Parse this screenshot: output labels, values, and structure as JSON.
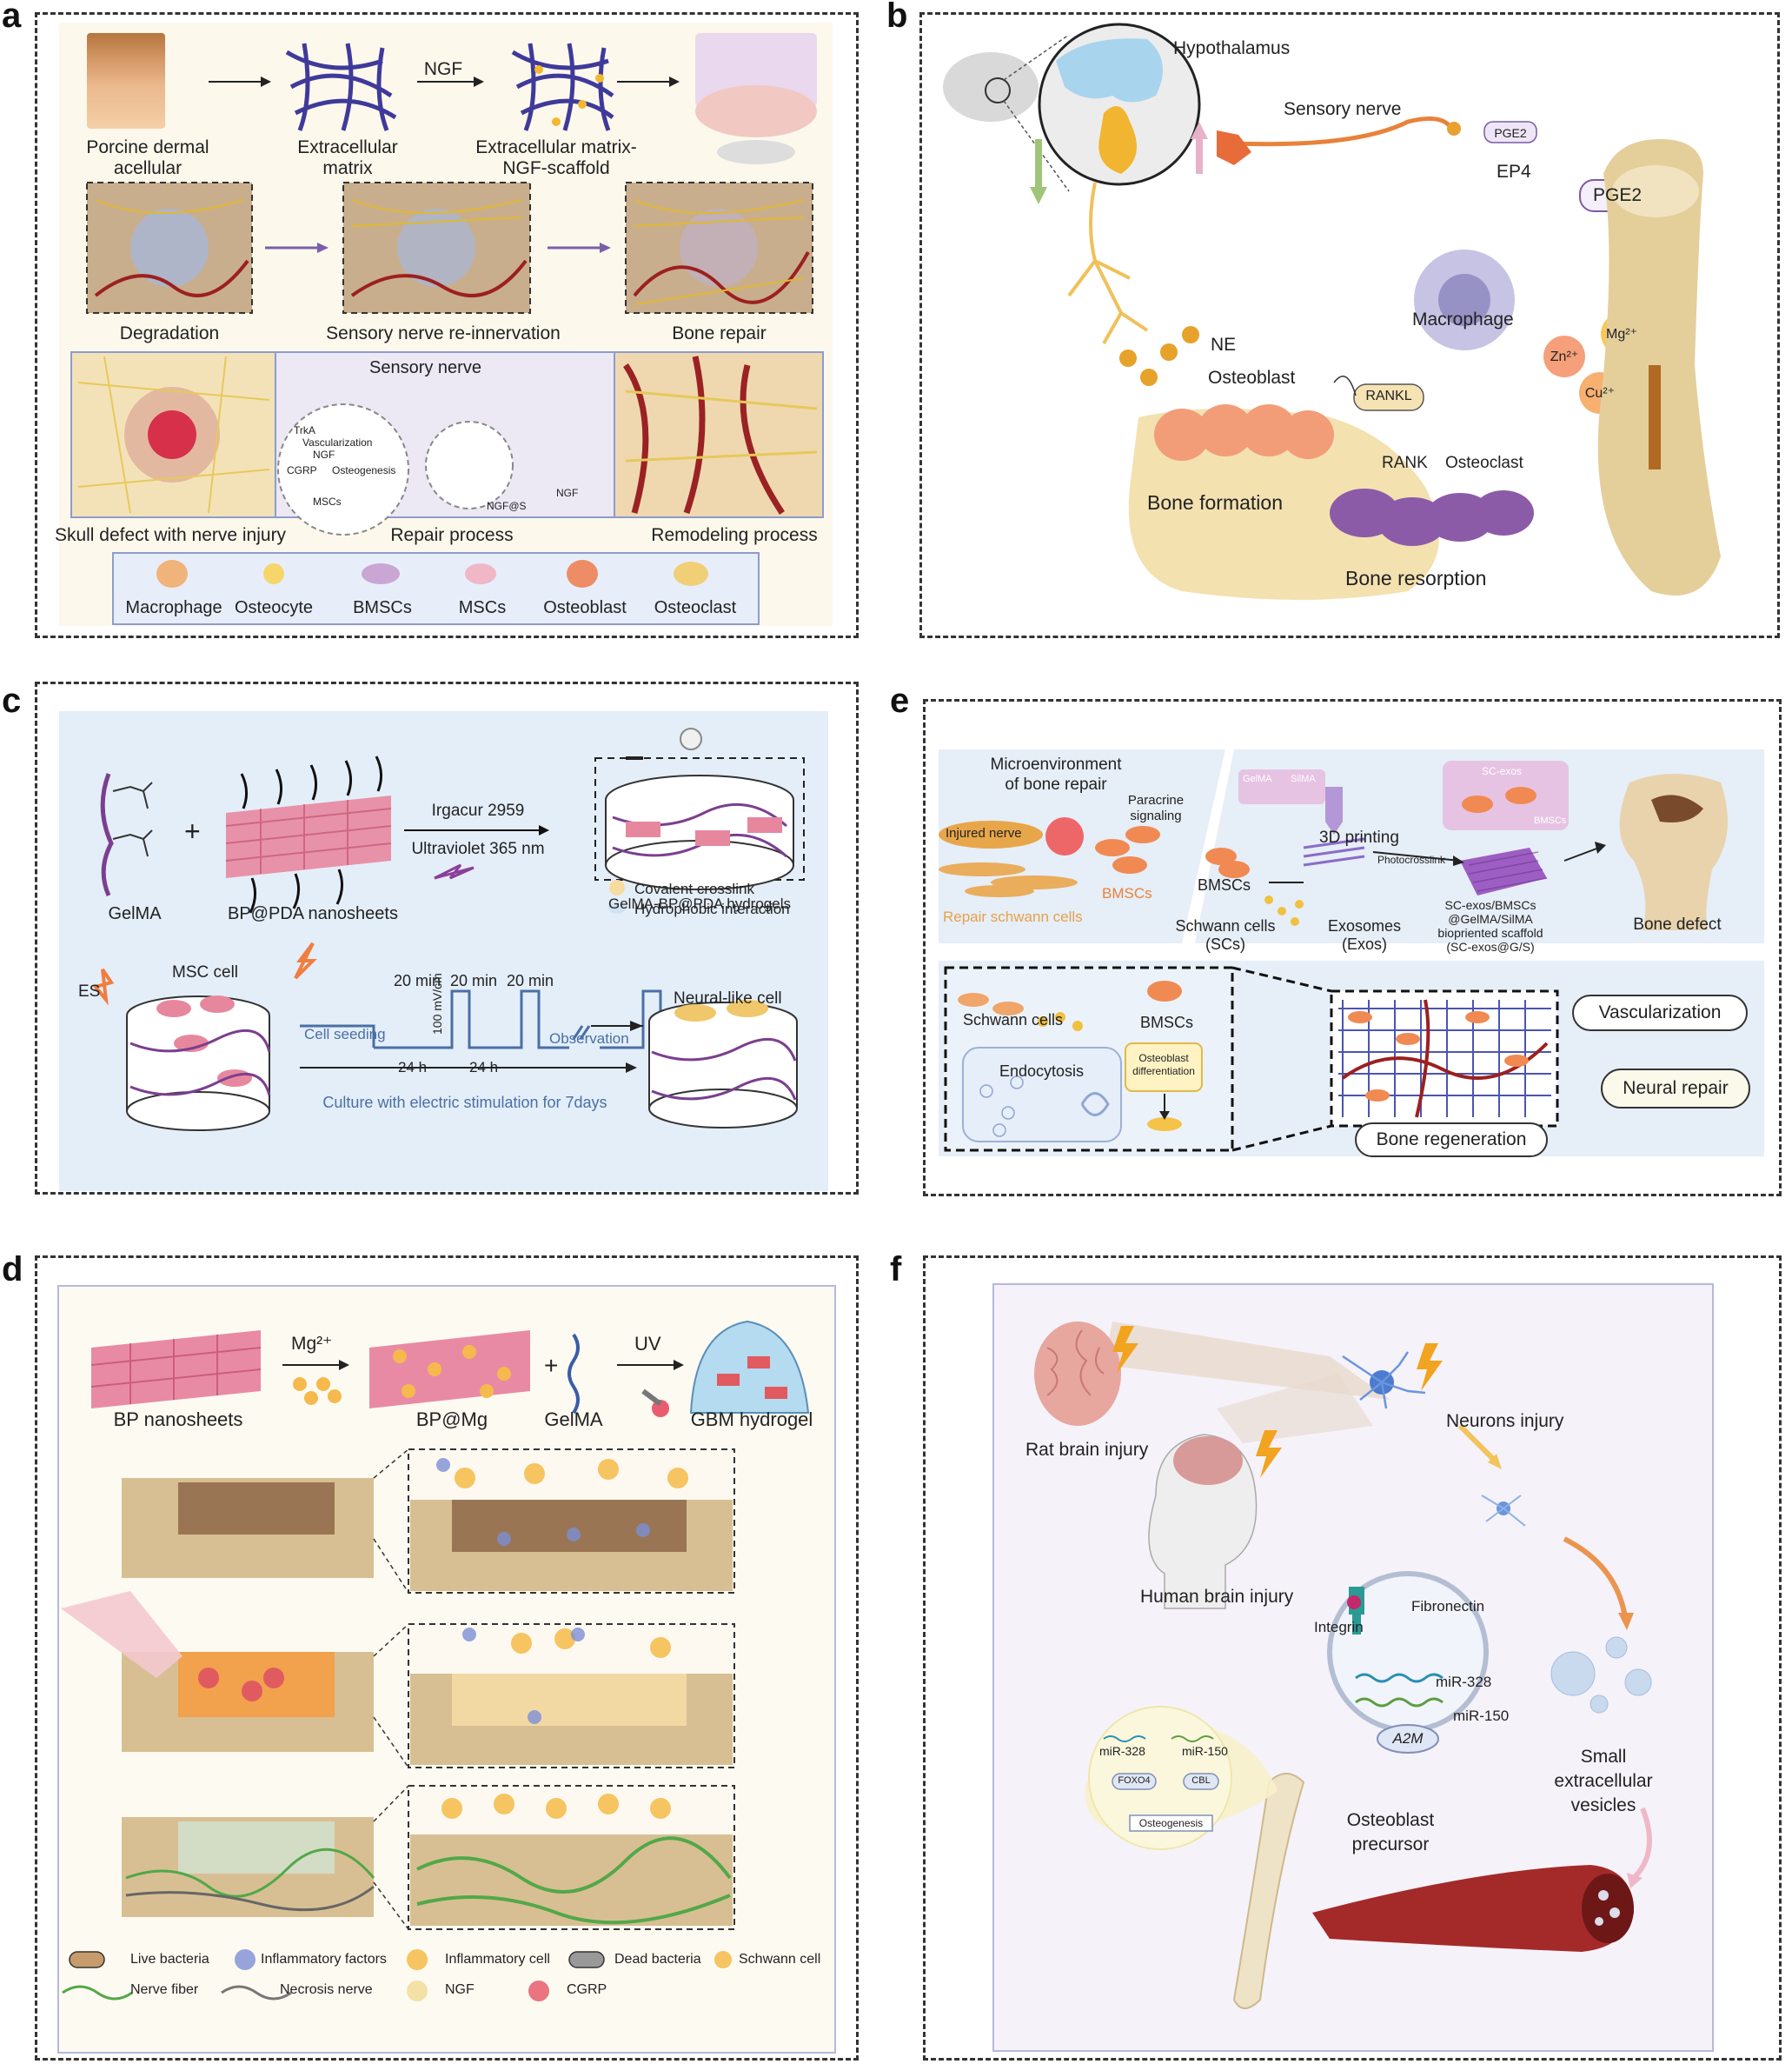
{
  "panels": {
    "a": {
      "label": "a",
      "top_row": [
        "Porcine dermal\nacellular",
        "Extracellular\nmatrix",
        "NGF",
        "Extracellular matrix-\nNGF-scaffold"
      ],
      "mid_row": [
        "Degradation",
        "Sensory nerve re-innervation",
        "Bone repair"
      ],
      "process": [
        "Sensory nerve",
        "TrkA",
        "Vascularization",
        "NGF",
        "CGRP",
        "Osteogenesis",
        "MSCs",
        "NGF@S",
        "NGF"
      ],
      "bottom_labels": [
        "Skull defect with nerve injury",
        "Repair process",
        "Remodeling process"
      ],
      "legend": [
        "Macrophage",
        "Osteocyte",
        "BMSCs",
        "MSCs",
        "Osteoblast",
        "Osteoclast"
      ]
    },
    "b": {
      "label": "b",
      "texts": {
        "hypothalamus": "Hypothalamus",
        "sensory_nerve": "Sensory nerve",
        "pge2_small": "PGE2",
        "ep4": "EP4",
        "pge2": "PGE2",
        "macrophage": "Macrophage",
        "ne": "NE",
        "osteoblast": "Osteoblast",
        "rankl": "RANKL",
        "rank": "RANK",
        "osteoclast": "Osteoclast",
        "bone_formation": "Bone formation",
        "bone_resorption": "Bone resorption",
        "zn": "Zn²⁺",
        "mg": "Mg²⁺",
        "cu": "Cu²⁺"
      }
    },
    "c": {
      "label": "c",
      "texts": {
        "gelma": "GelMA",
        "plus": "+",
        "bp_pda": "BP@PDA nanosheets",
        "irgacur": "Irgacur 2959",
        "uv": "Ultraviolet 365 nm",
        "hydrogel": "GelMA-BP@PDA hydrogels",
        "covalent": "Covalent crosslink",
        "hydrophobic": "Hydrophobic interaction",
        "es": "ES",
        "msc": "MSC cell",
        "cell_seeding": "Cell seeding",
        "observation": "Observation",
        "min1": "20 min",
        "min2": "20 min",
        "min3": "20 min",
        "h1": "24 h",
        "h2": "24 h",
        "field": "100 mV/cm",
        "culture": "Culture with electric stimulation for 7days",
        "neural": "Neural-like cell"
      }
    },
    "d": {
      "label": "d",
      "texts": {
        "mg": "Mg²⁺",
        "uv": "UV",
        "plus": "+",
        "bp_nano": "BP nanosheets",
        "bp_mg": "BP@Mg",
        "gelma": "GelMA",
        "gbm": "GBM hydrogel"
      },
      "legend": [
        "Live bacteria",
        "Inflammatory factors",
        "Inflammatory cell",
        "Dead bacteria",
        "Schwann cell",
        "Nerve fiber",
        "Necrosis nerve",
        "NGF",
        "CGRP"
      ]
    },
    "e": {
      "label": "e",
      "texts": {
        "micro": "Microenvironment\nof bone repair",
        "injured": "Injured nerve",
        "paracrine": "Paracrine\nsignaling",
        "bmscs_orange": "BMSCs",
        "repair_sc": "Repair schwann cells",
        "gelma": "GelMA",
        "silma": "SilMA",
        "sc_exos": "SC-exos",
        "bmscs_small": "BMSCs",
        "printing": "3D printing",
        "bmscs": "BMSCs",
        "photocross": "Photocrosslink",
        "schwann_sc": "Schwann cells\n(SCs)",
        "exosomes": "Exosomes\n(Exos)",
        "scaffold": "SC-exos/BMSCs\n@GelMA/SilMA\nbiopriented scaffold\n(SC-exos@G/S)",
        "bone_defect": "Bone defect",
        "schwann": "Schwann cells",
        "bmscs2": "BMSCs",
        "endocytosis": "Endocytosis",
        "osteo_diff": "Osteoblast\ndifferentiation",
        "vasc": "Vascularization",
        "neural": "Neural repair",
        "regen": "Bone regeneration"
      }
    },
    "f": {
      "label": "f",
      "texts": {
        "rat": "Rat brain injury",
        "neurons": "Neurons injury",
        "human": "Human brain injury",
        "fibronectin": "Fibronectin",
        "integrin": "Integrin",
        "mir328": "miR-328",
        "mir150": "miR-150",
        "a2m": "A2M",
        "small_ev": "Small\nextracellular\nvesicles",
        "osteoblast_pre": "Osteoblast\nprecursor",
        "mir328b": "miR-328",
        "mir150b": "miR-150",
        "foxo4": "FOXO4",
        "cbl": "CBL",
        "osteogenesis": "Osteogenesis"
      }
    }
  },
  "colors": {
    "panel_a_bg": "#fdf8ec",
    "panel_c_bg": "#e4eef9",
    "panel_d_bg": "#fdfaf1",
    "panel_f_bg": "#f5f2fa",
    "bone": "#d8c08c",
    "orange": "#e8823a",
    "pink": "#e87a94",
    "purple": "#7b5aa6",
    "blue_text": "#4a6fa5"
  }
}
